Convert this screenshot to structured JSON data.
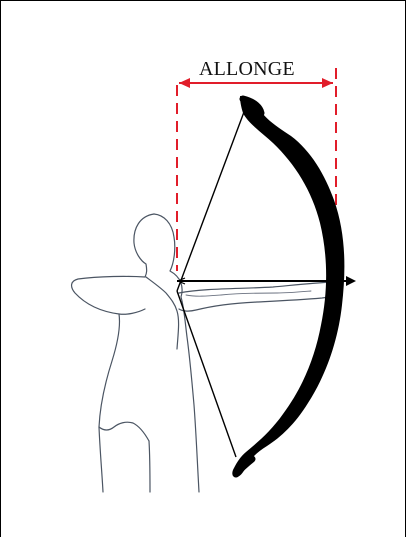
{
  "labels": {
    "measure": "ALLONGE"
  },
  "colors": {
    "measure": "#e11d2a",
    "bow": "#000000",
    "string": "#000000",
    "figure": "#4b5563",
    "background": "#ffffff"
  },
  "icons": {
    "measure_start": "dashed-vertical-line",
    "measure_end": "dashed-vertical-line",
    "arrow": "arrow-right"
  }
}
